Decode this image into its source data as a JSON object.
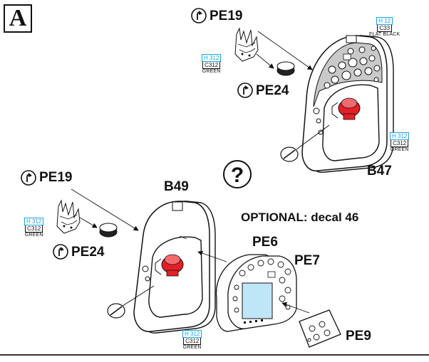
{
  "step": {
    "letter": "A"
  },
  "help_symbol": "?",
  "optional_note": "OPTIONAL: decal 46",
  "parts": {
    "pe19_top": "PE19",
    "pe24_top": "PE24",
    "b47": "B47",
    "pe19_left": "PE19",
    "pe24_left": "PE24",
    "b49": "B49",
    "pe6": "PE6",
    "pe7": "PE7",
    "pe9": "PE9"
  },
  "paint_codes": {
    "panel_top": {
      "h": "H 12",
      "c": "C33",
      "name": "FLAT BLACK"
    },
    "green_top_small": {
      "h": "H 312",
      "c": "C312",
      "name": "GREEN"
    },
    "green_b47": {
      "h": "H 312",
      "c": "C312",
      "name": "GREEN"
    },
    "green_left_small": {
      "h": "H 312",
      "c": "C312",
      "name": "GREEN"
    },
    "green_b49": {
      "h": "H 312",
      "c": "C312",
      "name": "GREEN"
    }
  },
  "colors": {
    "paint_h": "#1da1d9",
    "panel_grey": "#c9c9c9",
    "red_part": "#e41f26",
    "decal_blue": "#bfe6f7"
  },
  "icons": [
    "bend-arrow-icon",
    "question-icon",
    "knife-icon"
  ]
}
